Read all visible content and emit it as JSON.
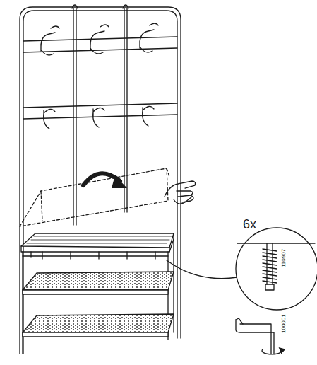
{
  "diagram": {
    "labels": [
      "6x",
      "110907",
      "100001"
    ]
  }
}
